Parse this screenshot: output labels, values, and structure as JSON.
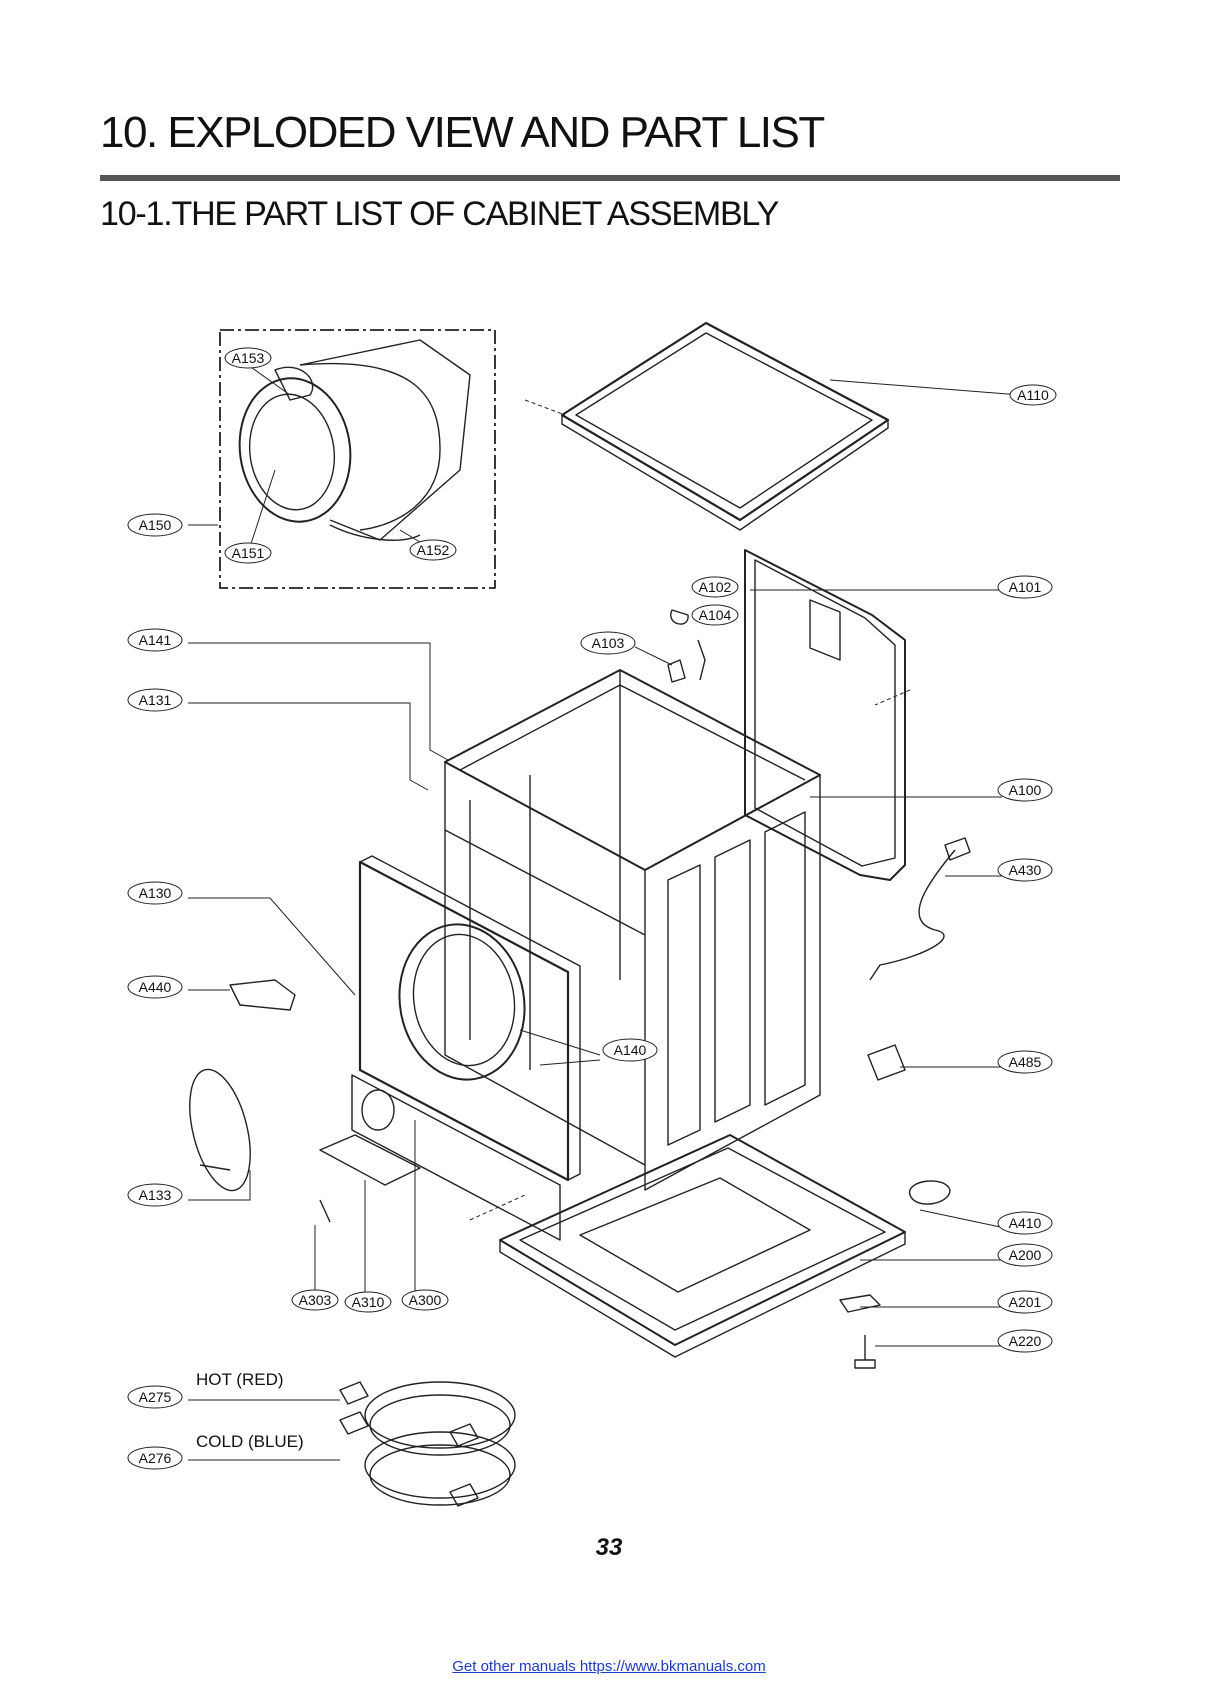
{
  "header": {
    "title": "10. EXPLODED VIEW AND PART LIST",
    "subtitle": "10-1.THE PART LIST OF CABINET ASSEMBLY"
  },
  "parts": {
    "A153": "A153",
    "A150": "A150",
    "A151": "A151",
    "A152": "A152",
    "A110": "A110",
    "A101": "A101",
    "A102": "A102",
    "A104": "A104",
    "A103": "A103",
    "A141": "A141",
    "A131": "A131",
    "A100": "A100",
    "A430": "A430",
    "A130": "A130",
    "A440": "A440",
    "A140": "A140",
    "A485": "A485",
    "A133": "A133",
    "A410": "A410",
    "A200": "A200",
    "A201": "A201",
    "A220": "A220",
    "A303": "A303",
    "A310": "A310",
    "A300": "A300",
    "A275": "A275",
    "A276": "A276"
  },
  "hoses": {
    "hot_label": "HOT (RED)",
    "cold_label": "COLD (BLUE)"
  },
  "footer": {
    "page_number": "33",
    "link_text": "Get other manuals https://www.bkmanuals.com"
  },
  "colors": {
    "link": "#1a3bd6",
    "rule": "#555555",
    "ink": "#111111"
  }
}
